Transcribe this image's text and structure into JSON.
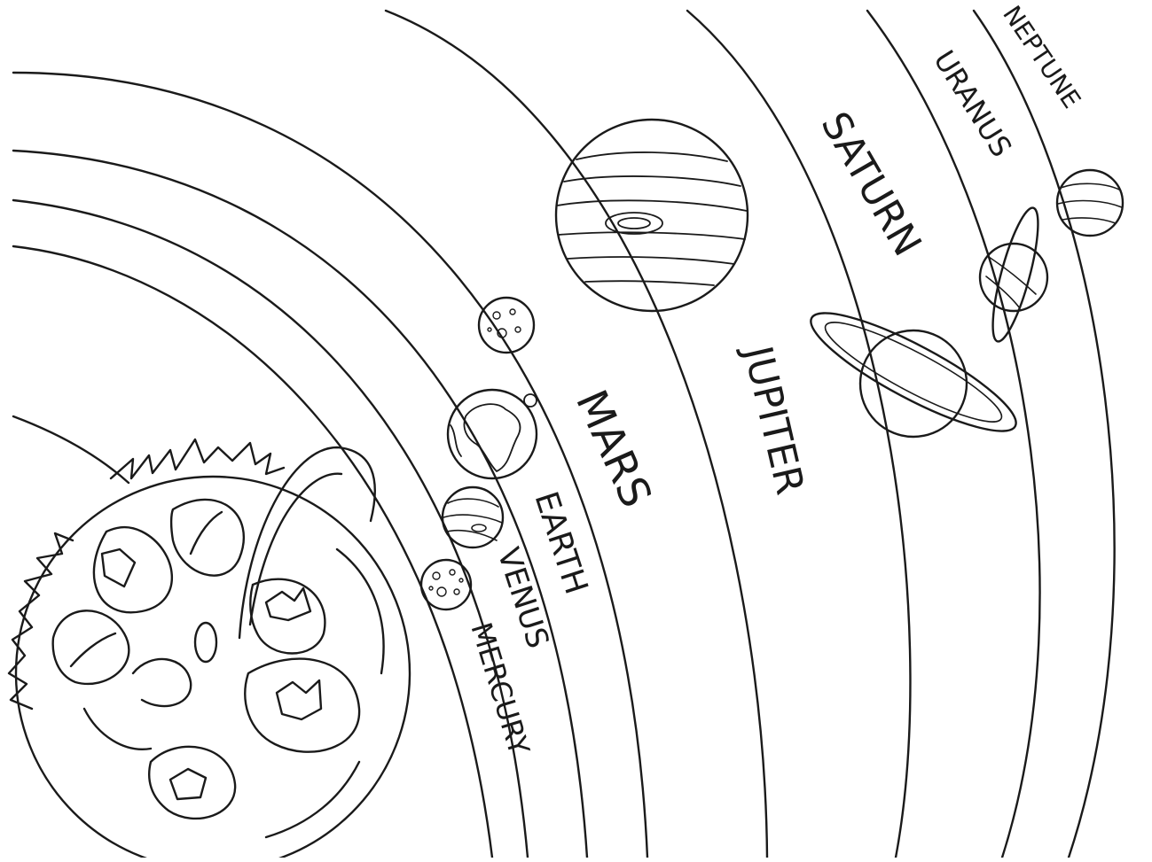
{
  "labels": {
    "mercury": "MERCURY",
    "venus": "VENUS",
    "earth": "EARTH",
    "mars": "MARS",
    "jupiter": "JUPITER",
    "saturn": "SATURN",
    "uranus": "URANUS",
    "neptune": "NEPTUNE"
  },
  "colors": {
    "ink": "#1a1a1a",
    "background": "#ffffff"
  }
}
